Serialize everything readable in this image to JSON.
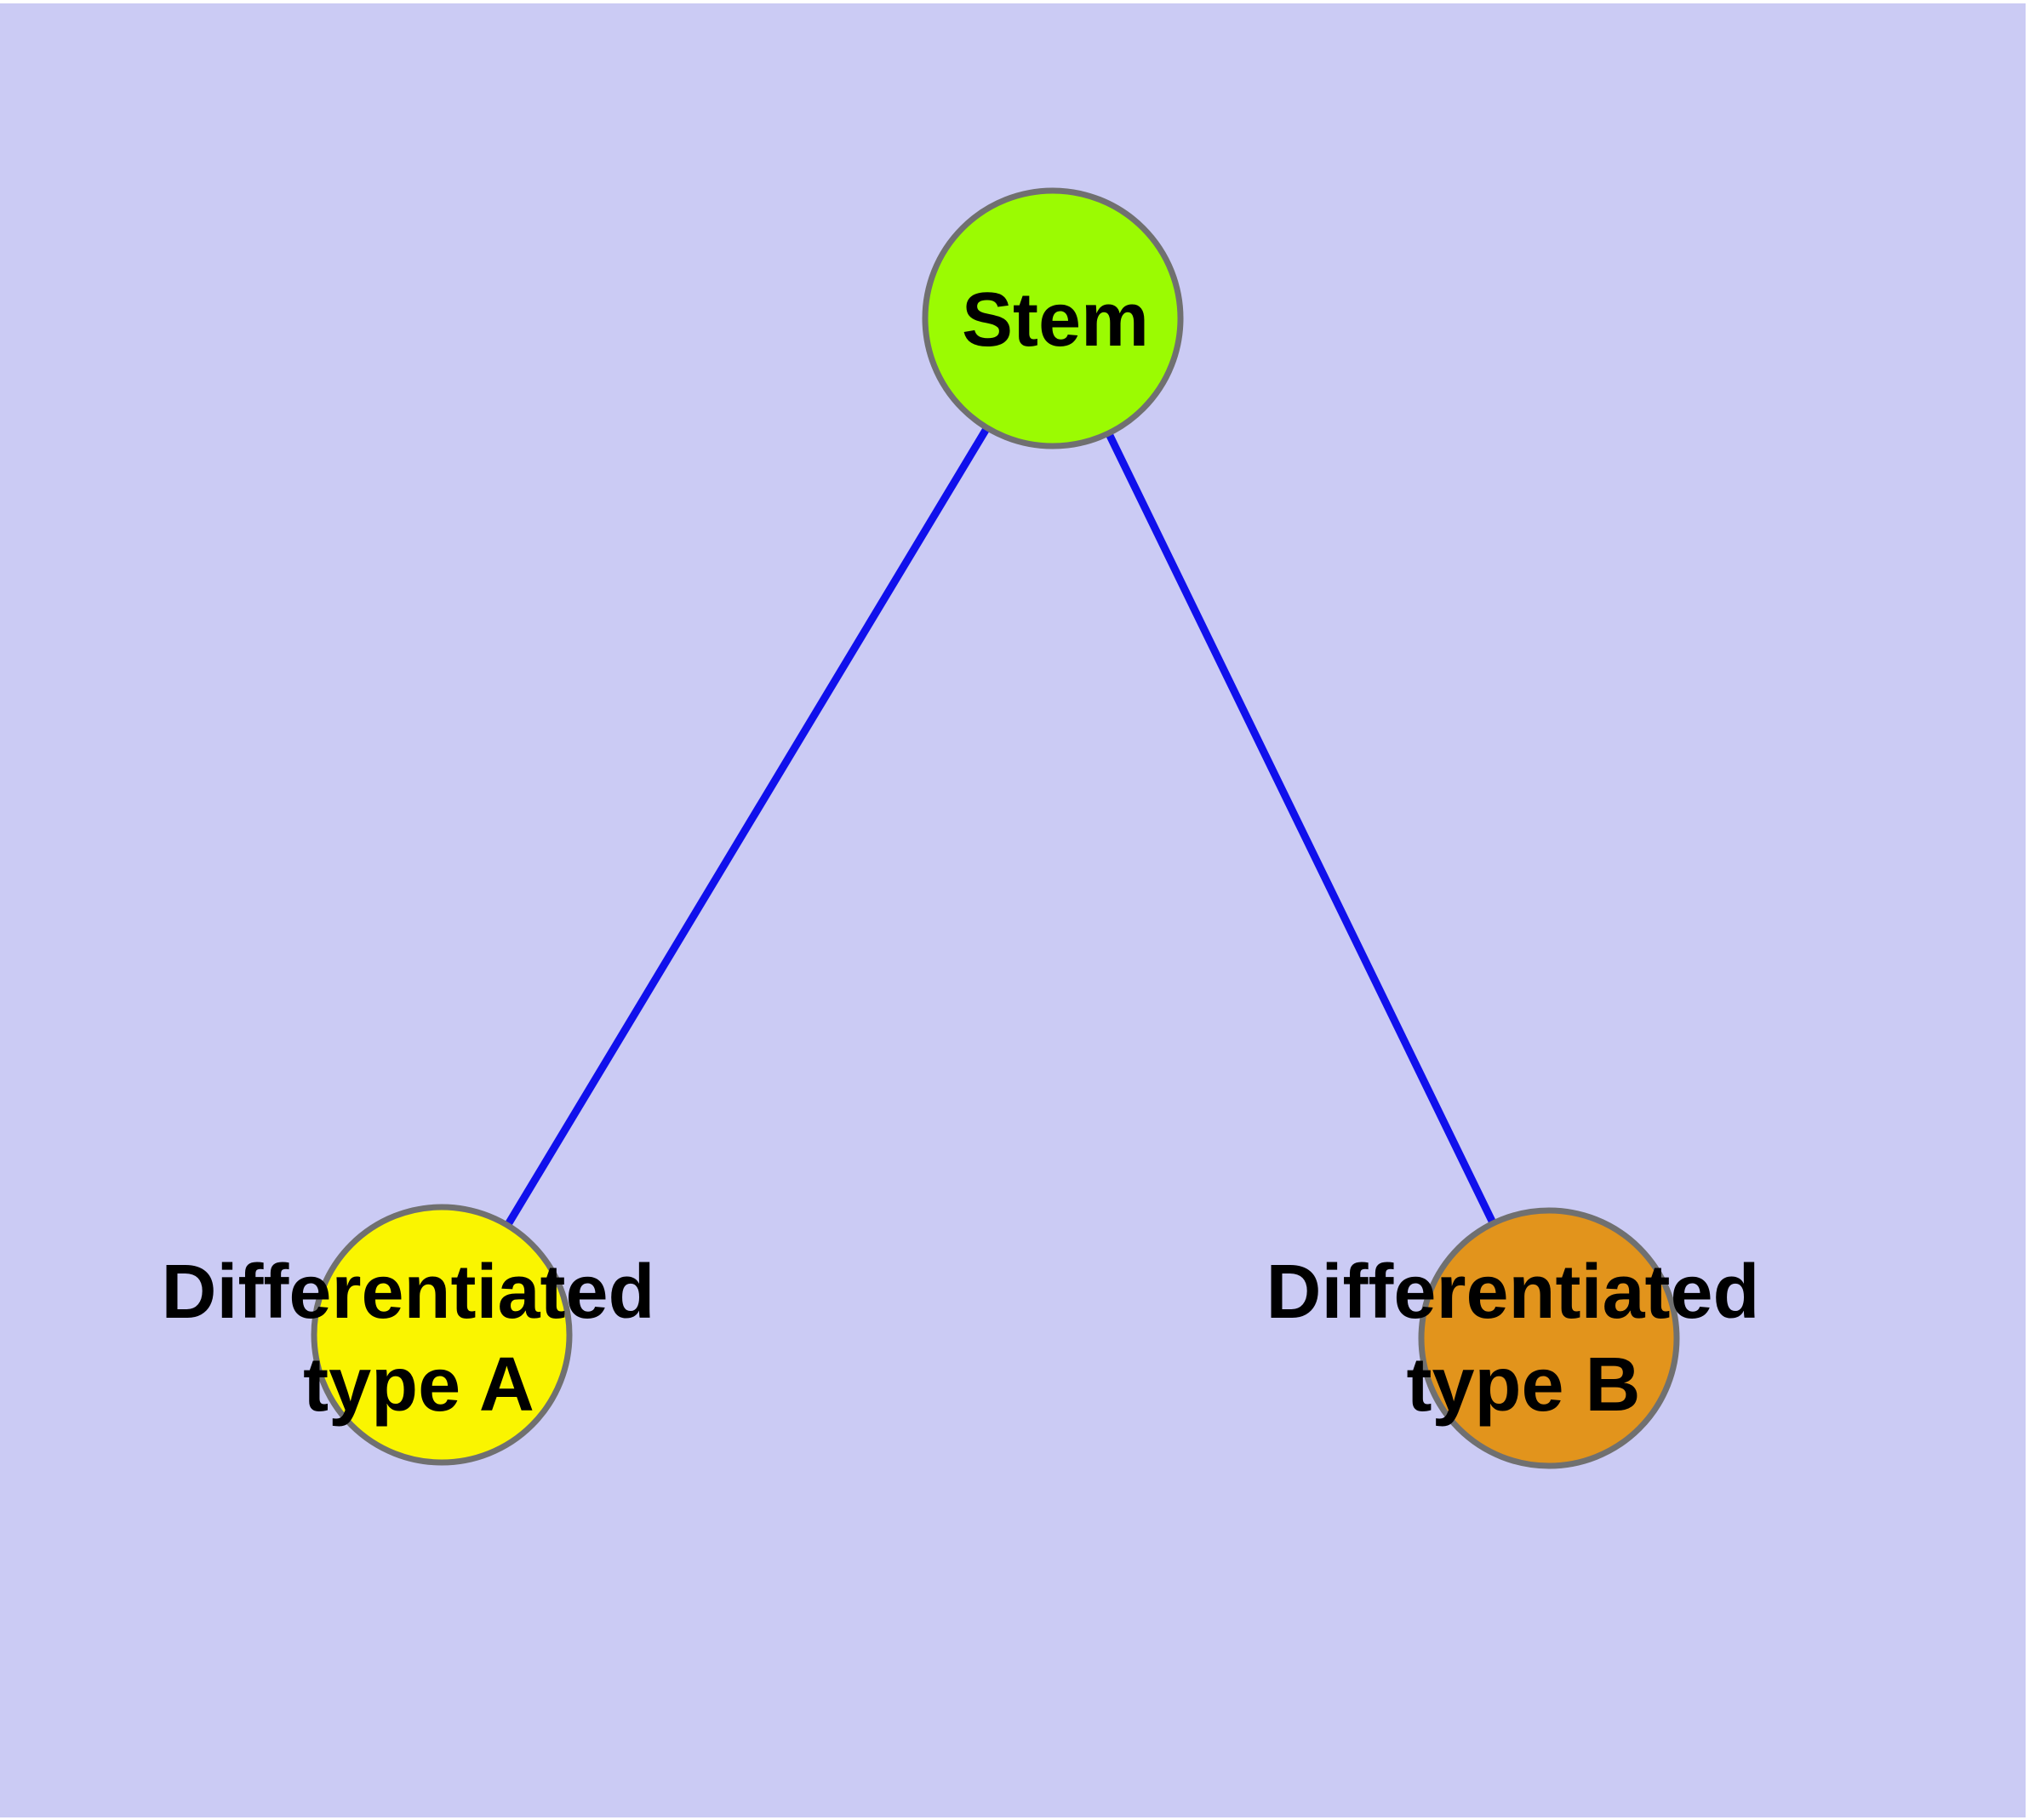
{
  "diagram": {
    "title": "",
    "background_color": "#CBCBF4",
    "frame_color": "#FFFFFF",
    "edge_color": "#1010EC",
    "node_border_color": "#707070",
    "label_color": "#000000",
    "nodes": [
      {
        "id": "stem",
        "label": "Stem",
        "fill": "#9BFB02"
      },
      {
        "id": "differentiated-type-a",
        "label": "Differentiated type A",
        "line1": "Differentiated",
        "line2": "type A",
        "fill": "#FAF500"
      },
      {
        "id": "differentiated-type-b",
        "label": "Differentiated type B",
        "line1": "Differentiated",
        "line2": "type B",
        "fill": "#E2941C"
      }
    ],
    "edges": [
      {
        "from": "Stem",
        "to": "Differentiated type A"
      },
      {
        "from": "Stem",
        "to": "Differentiated type B"
      }
    ]
  }
}
